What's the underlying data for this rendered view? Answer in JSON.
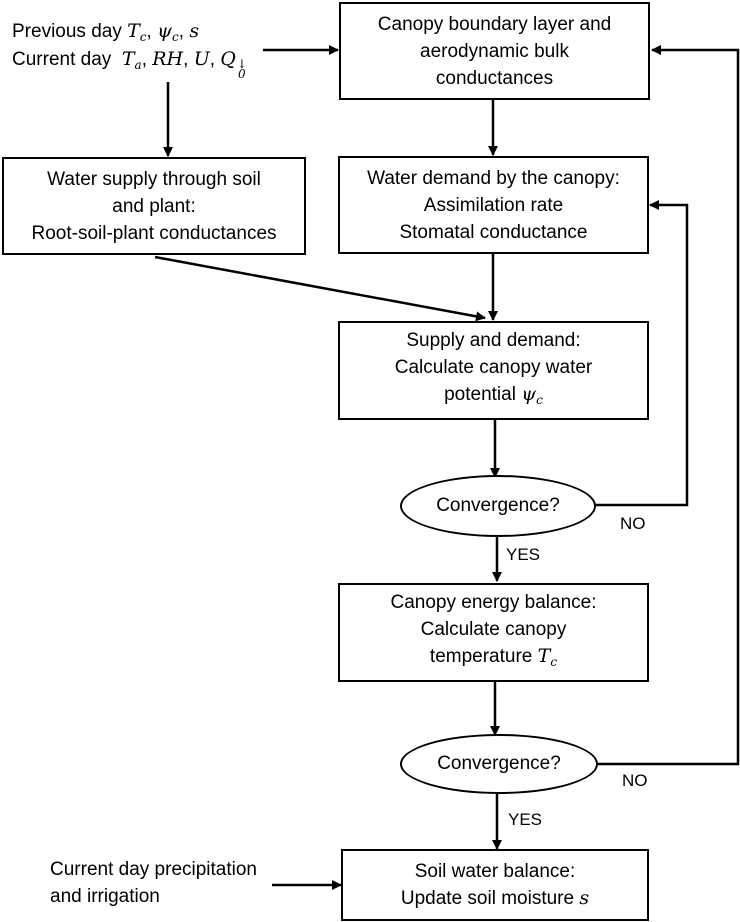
{
  "inputs": {
    "previous_day_label": "Previous day",
    "previous_day_vars": [
      {
        "base": "T",
        "sub": "c"
      },
      {
        "base": "ψ",
        "sub": "c"
      },
      {
        "base": "s",
        "sub": ""
      }
    ],
    "current_day_label": "Current day",
    "current_day_vars": [
      {
        "base": "T",
        "sub": "a"
      },
      {
        "base": "RH",
        "sub": ""
      },
      {
        "base": "U",
        "sub": ""
      }
    ],
    "radiation_var": {
      "base": "Q",
      "sub": "0",
      "sup": "↓"
    }
  },
  "boxes": {
    "boundary_layer": [
      "Canopy boundary layer and",
      "aerodynamic bulk",
      "conductances"
    ],
    "water_supply": [
      "Water supply through soil",
      "and plant:",
      "Root-soil-plant conductances"
    ],
    "water_demand": [
      "Water demand by the canopy:",
      "Assimilation rate",
      "Stomatal conductance"
    ],
    "supply_demand": [
      "Supply and demand:",
      "Calculate canopy water",
      "potential"
    ],
    "supply_demand_var": {
      "base": "ψ",
      "sub": "c"
    },
    "energy_balance": [
      "Canopy energy balance:",
      "Calculate canopy",
      "temperature"
    ],
    "energy_balance_var": {
      "base": "T",
      "sub": "c"
    },
    "soil_water": [
      "Soil water balance:",
      "Update soil moisture"
    ],
    "soil_water_var": {
      "base": "s",
      "sub": ""
    }
  },
  "decisions": {
    "convergence_1": "Convergence?",
    "convergence_2": "Convergence?"
  },
  "edge_labels": {
    "yes_1": "YES",
    "no_1": "NO",
    "yes_2": "YES",
    "no_2": "NO"
  },
  "precipitation": [
    "Current day precipitation",
    "and irrigation"
  ]
}
